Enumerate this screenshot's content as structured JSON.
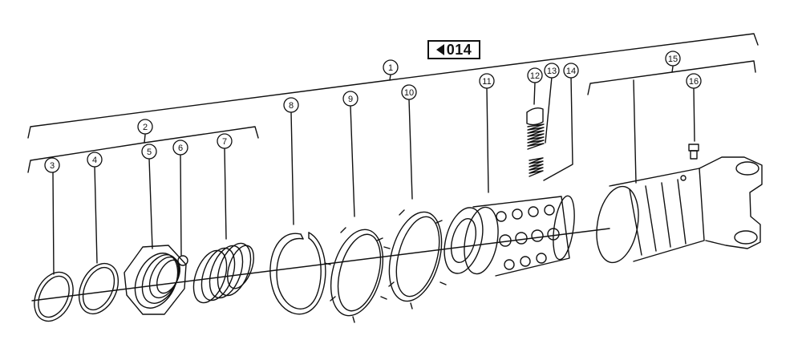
{
  "reference": {
    "label": "014",
    "arrow_icon": "left-triangle-icon"
  },
  "callouts": [
    {
      "id": "1",
      "label": "1"
    },
    {
      "id": "2",
      "label": "2"
    },
    {
      "id": "3",
      "label": "3"
    },
    {
      "id": "4",
      "label": "4"
    },
    {
      "id": "5",
      "label": "5"
    },
    {
      "id": "6",
      "label": "6"
    },
    {
      "id": "7",
      "label": "7"
    },
    {
      "id": "8",
      "label": "8"
    },
    {
      "id": "9",
      "label": "9"
    },
    {
      "id": "10",
      "label": "10"
    },
    {
      "id": "11",
      "label": "11"
    },
    {
      "id": "12",
      "label": "12"
    },
    {
      "id": "13",
      "label": "13"
    },
    {
      "id": "14",
      "label": "14"
    },
    {
      "id": "15",
      "label": "15"
    },
    {
      "id": "16",
      "label": "16"
    }
  ]
}
